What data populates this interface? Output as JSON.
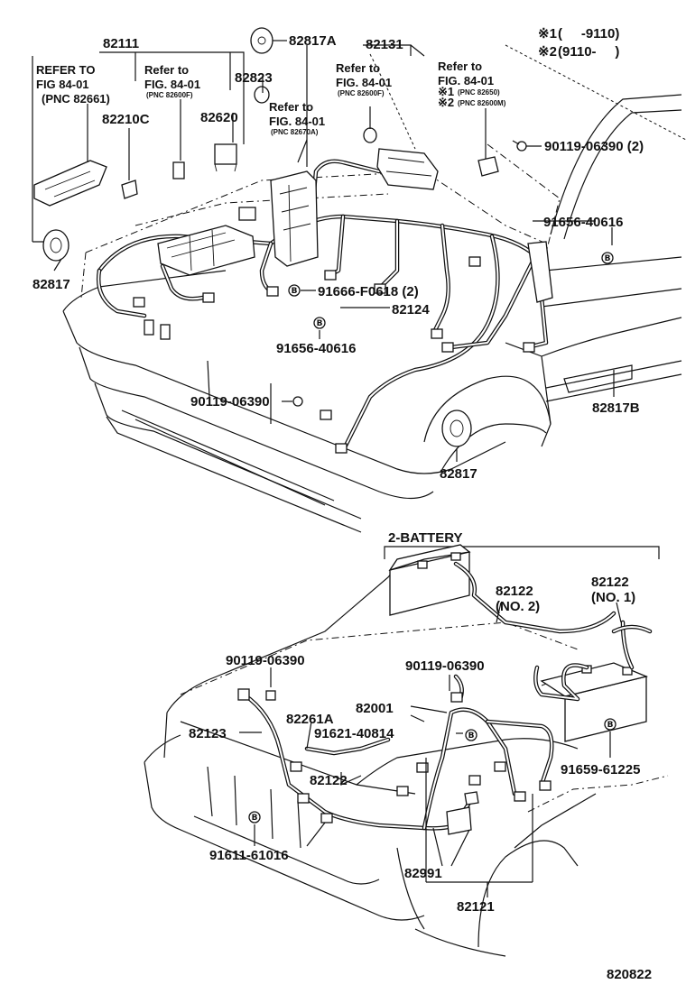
{
  "diagram_id": "820822",
  "legend": {
    "line1_mark": "※1",
    "line1_text": "(     -9110)",
    "line2_mark": "※2",
    "line2_text": "(9110-     )"
  },
  "upper": {
    "labels": {
      "p82111": "82111",
      "p82817A": "82817A",
      "p82131": "82131",
      "p82823": "82823",
      "p82210C": "82210C",
      "p82620": "82620",
      "p82817_left": "82817",
      "p82817_right": "82817",
      "p82817B": "82817B",
      "p82124": "82124",
      "p90119_top": "90119-06390 (2)",
      "p90119_mid": "90119-06390",
      "p91656_right": "91656-40616",
      "p91656_mid": "91656-40616",
      "p91666": "91666-F0618 (2)"
    },
    "refer_a": {
      "line1": "REFER TO",
      "line2": "FIG 84-01",
      "line3": "(PNC 82661)"
    },
    "refer_b": {
      "line1": "Refer to",
      "line2": "FIG. 84-01",
      "line3": "(PNC 82600F)"
    },
    "refer_c": {
      "line1": "Refer to",
      "line2": "FIG. 84-01",
      "line3": "(PNC 82670A)"
    },
    "refer_d": {
      "line1": "Refer to",
      "line2": "FIG. 84-01",
      "line3": "(PNC 82600F)"
    },
    "refer_e": {
      "line1": "Refer to",
      "line2": "FIG. 84-01",
      "line3a_mark": "※1",
      "line3a": "(PNC 82650)",
      "line3b_mark": "※2",
      "line3b": "(PNC 82600M)"
    }
  },
  "lower": {
    "group_title": "2-BATTERY",
    "labels": {
      "p82122_no2": "82122",
      "p82122_no2_sub": "(NO. 2)",
      "p82122_no1": "82122",
      "p82122_no1_sub": "(NO. 1)",
      "p90119_left": "90119-06390",
      "p90119_right": "90119-06390",
      "p82261A": "82261A",
      "p82123": "82123",
      "p82001": "82001",
      "p91621": "91621-40814",
      "p82122_center": "82122",
      "p91659": "91659-61225",
      "p91611": "91611-61016",
      "p82991": "82991",
      "p82121": "82121"
    }
  }
}
